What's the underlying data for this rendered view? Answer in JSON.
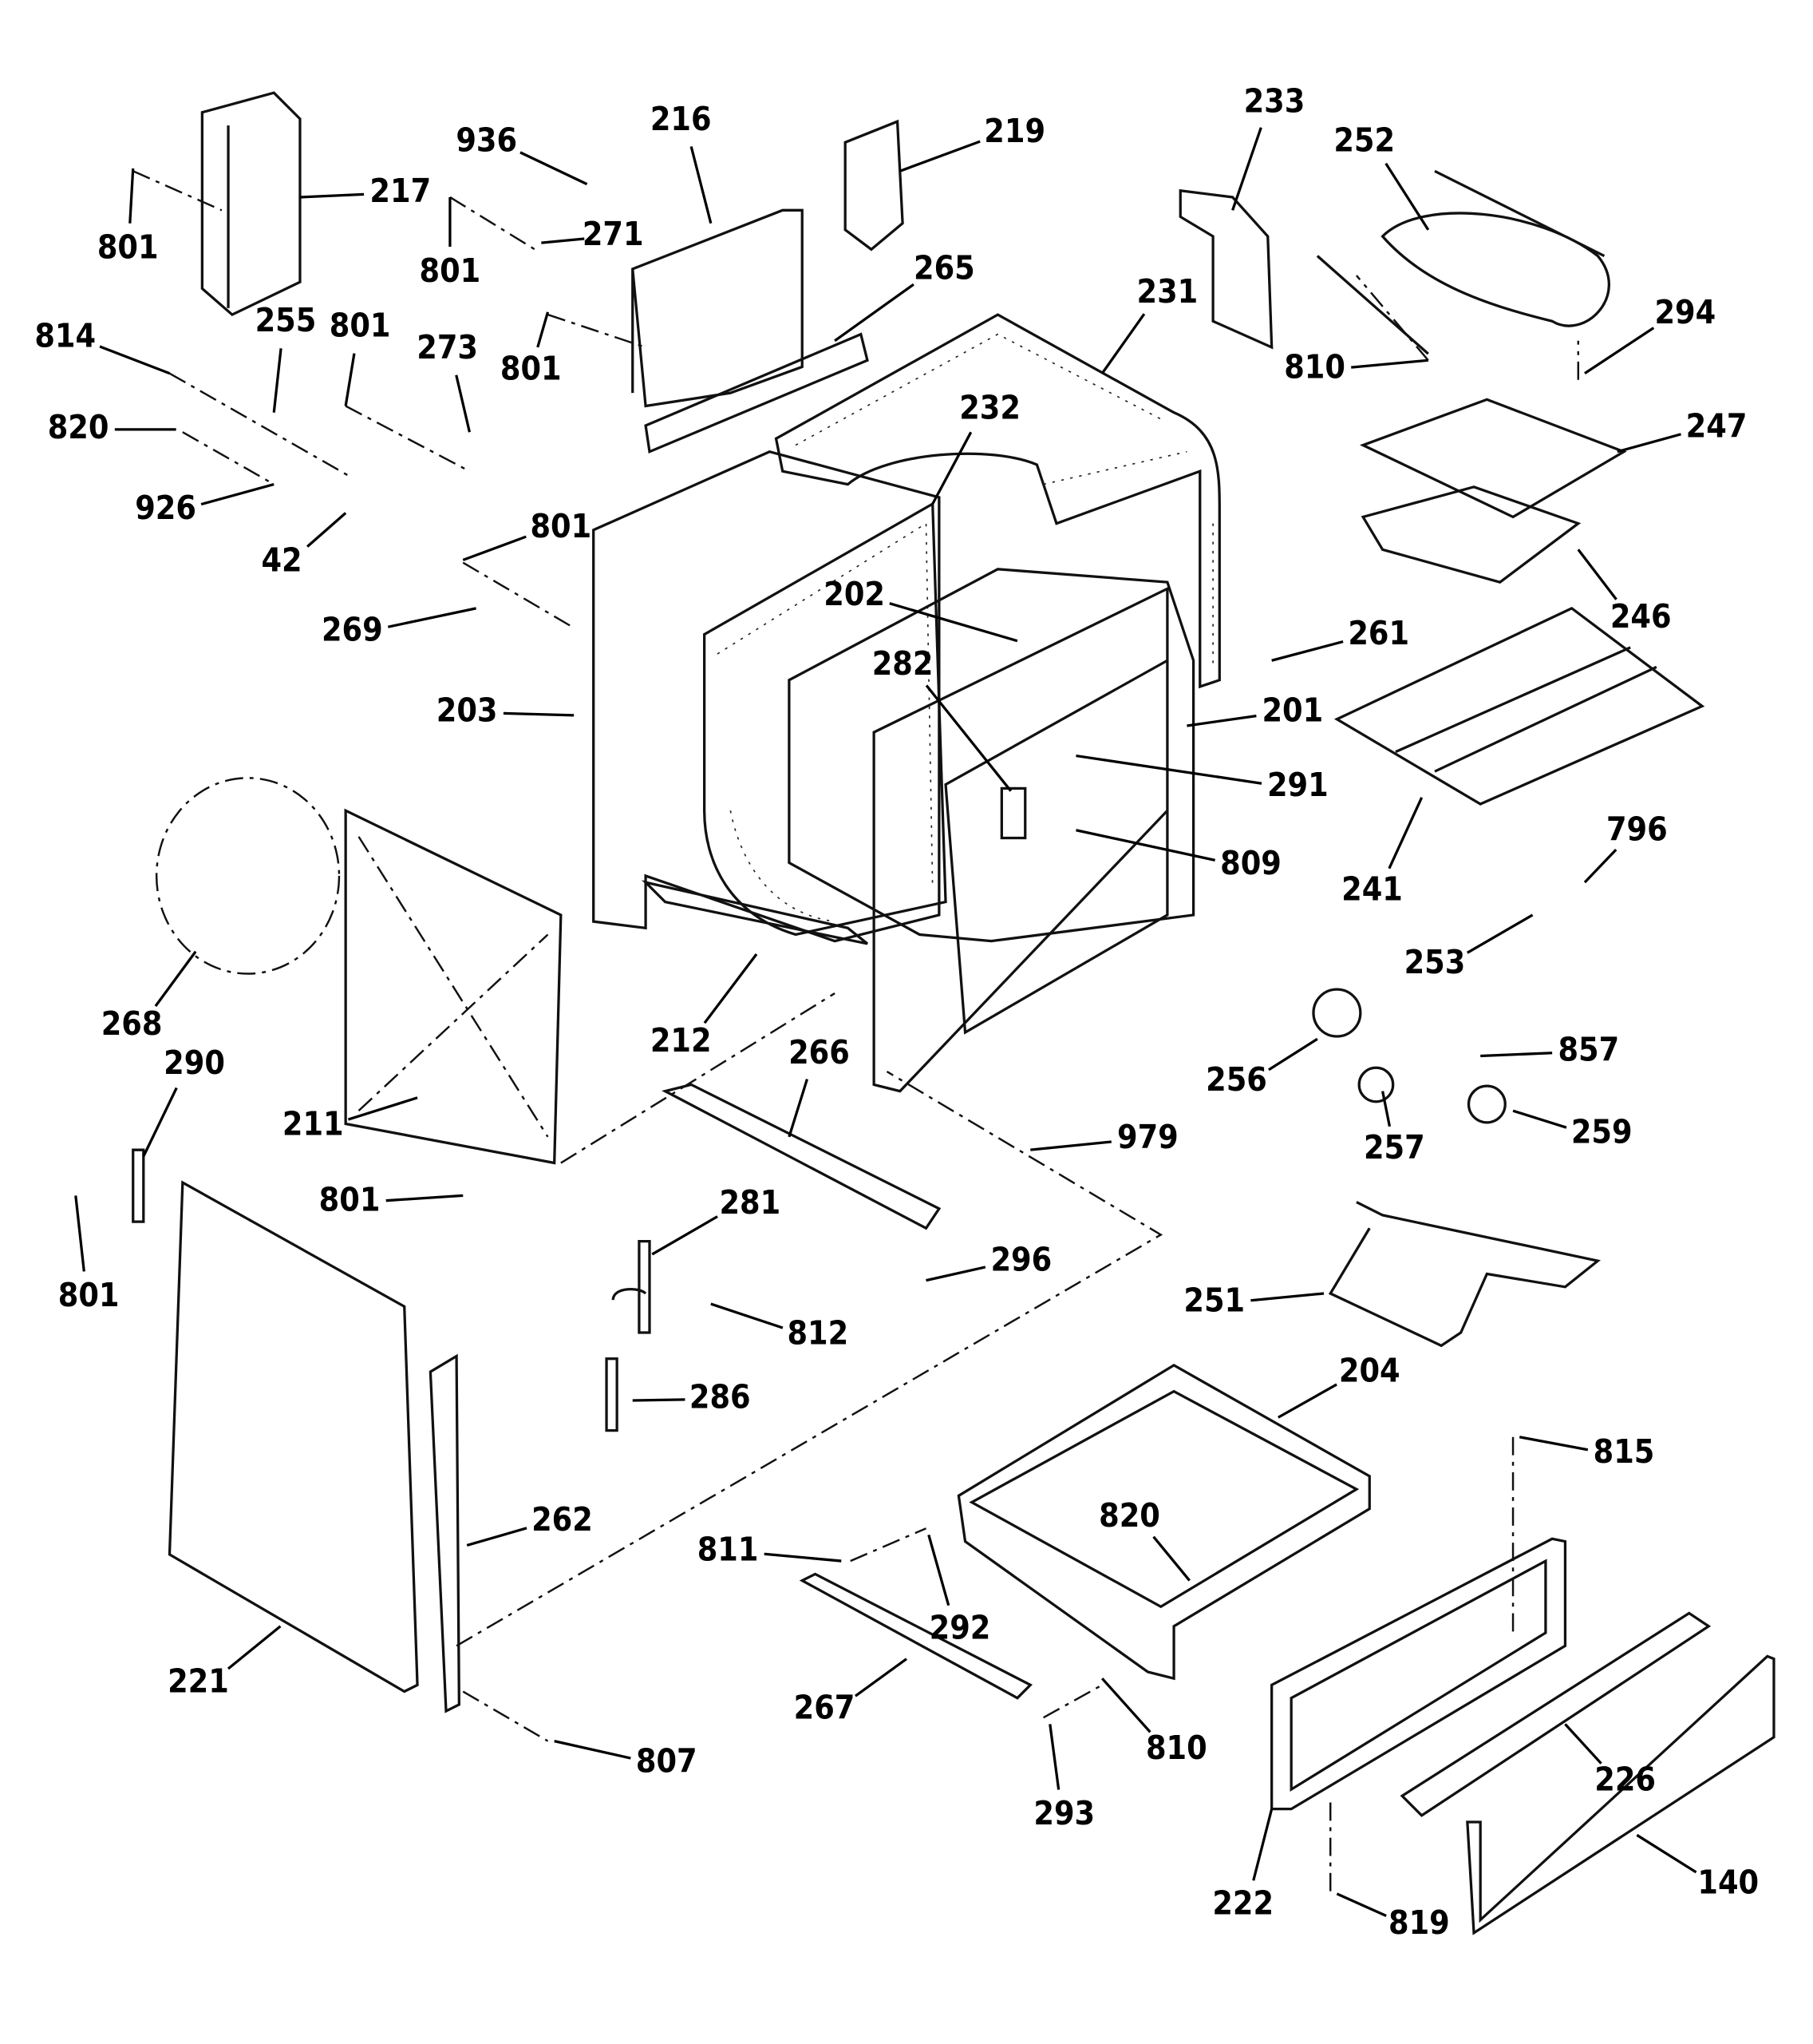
{
  "diagram": {
    "type": "exploded parts diagram",
    "callouts": [
      "217",
      "801",
      "936",
      "216",
      "219",
      "233",
      "252",
      "271",
      "801",
      "265",
      "231",
      "294",
      "814",
      "255",
      "801",
      "273",
      "801",
      "810",
      "820",
      "232",
      "247",
      "926",
      "801",
      "42",
      "202",
      "246",
      "261",
      "269",
      "282",
      "203",
      "201",
      "291",
      "241",
      "796",
      "809",
      "253",
      "268",
      "290",
      "212",
      "266",
      "857",
      "256",
      "211",
      "979",
      "257",
      "259",
      "801",
      "281",
      "296",
      "801",
      "251",
      "812",
      "204",
      "286",
      "815",
      "820",
      "262",
      "811",
      "292",
      "221",
      "267",
      "810",
      "226",
      "807",
      "293",
      "222",
      "140",
      "819"
    ]
  }
}
